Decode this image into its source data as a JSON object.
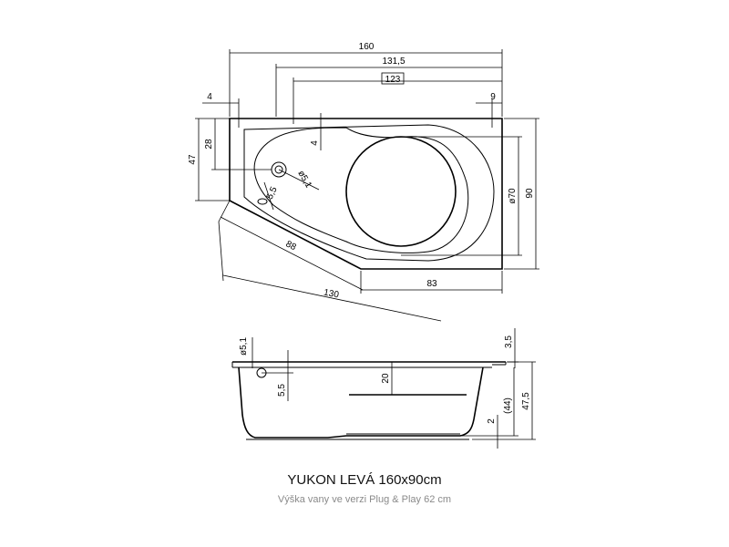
{
  "title": "YUKON LEVÁ 160x90cm",
  "subtitle": "Výška vany ve verzi Plug & Play 62 cm",
  "top_view": {
    "dim_width_total": "160",
    "dim_width_inner": "131,5",
    "dim_width_ref": "123",
    "dim_left_offset": "4",
    "dim_right_offset": "9",
    "dim_left_height": "47",
    "dim_drain_height": "28",
    "dim_drain_top": "4",
    "dim_drain_diameter": "ø5,1",
    "dim_drain_offset": "5,5",
    "dim_diagonal_short": "88",
    "dim_diagonal_long": "130",
    "dim_bottom_right": "83",
    "dim_circle_diameter": "ø70",
    "dim_height_total": "90"
  },
  "side_view": {
    "dim_overflow_diameter": "ø5,1",
    "dim_overflow_offset": "5,5",
    "dim_rim": "3,5",
    "dim_depth_inner": "20",
    "dim_depth_44": "(44)",
    "dim_height_total": "47,5",
    "dim_bottom": "2"
  }
}
